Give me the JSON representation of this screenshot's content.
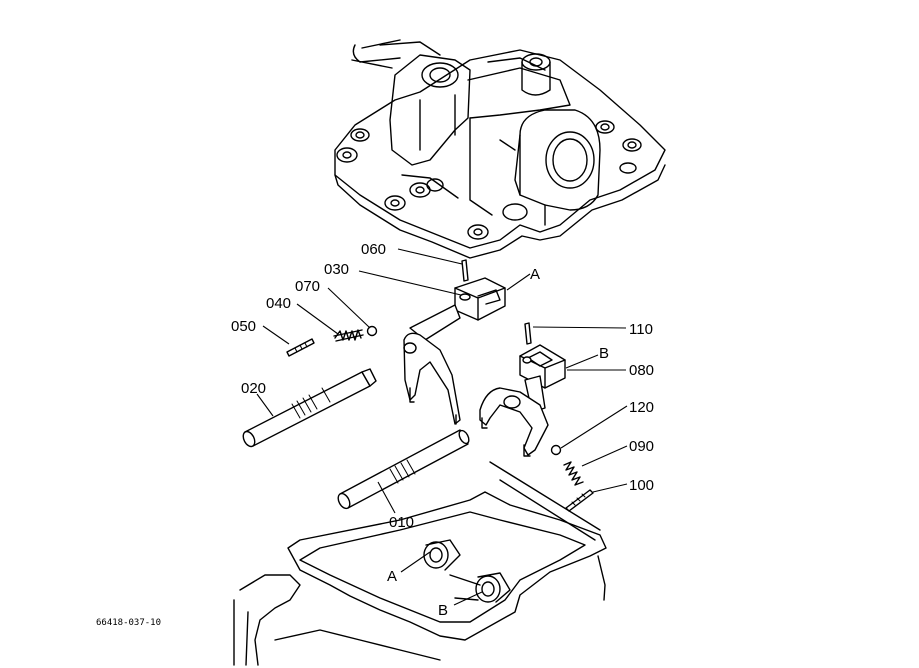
{
  "labels": {
    "p010": "010",
    "p020": "020",
    "p030": "030",
    "p040": "040",
    "p050": "050",
    "p060": "060",
    "p070": "070",
    "p080": "080",
    "p090": "090",
    "p100": "100",
    "p110": "110",
    "p120": "120",
    "ref_a_top": "A",
    "ref_b_top": "B",
    "ref_a_bottom": "A",
    "ref_b_bottom": "B"
  },
  "drawing_code": "66418-037-10"
}
